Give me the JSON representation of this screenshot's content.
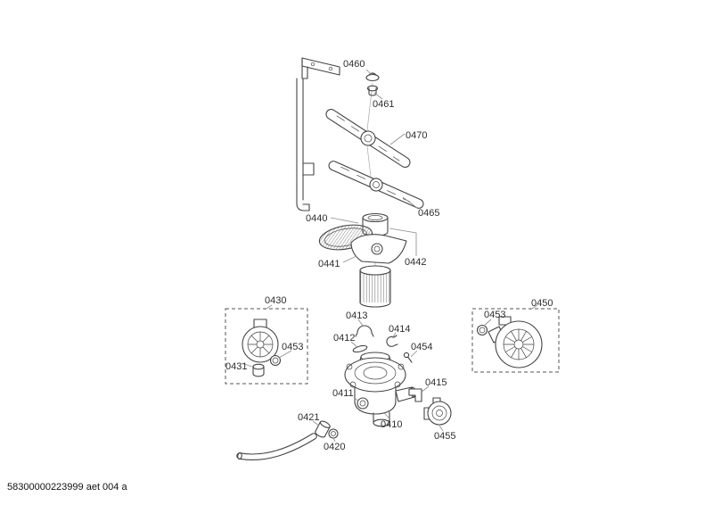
{
  "page": {
    "background": "#ffffff",
    "footer_code": "58300000223999 aet 004 a"
  },
  "colors": {
    "line": "#444444",
    "label_text": "#2e2e2e",
    "leader_line": "#8f8f8f"
  },
  "labels": {
    "p0460": "0460",
    "p0461": "0461",
    "p0470": "0470",
    "p0465": "0465",
    "p0440": "0440",
    "p0441": "0441",
    "p0442": "0442",
    "p0430": "0430",
    "p0453_left": "0453",
    "p0431": "0431",
    "p0450": "0450",
    "p0453_right": "0453",
    "p0413": "0413",
    "p0412": "0412",
    "p0414": "0414",
    "p0454": "0454",
    "p0411": "0411",
    "p0410": "0410",
    "p0415": "0415",
    "p0455": "0455",
    "p0421": "0421",
    "p0420": "0420"
  }
}
